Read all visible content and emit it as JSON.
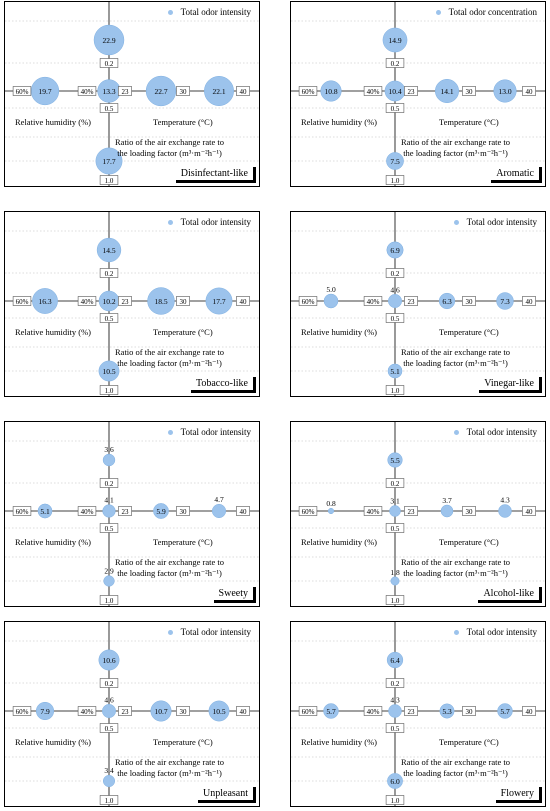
{
  "colors": {
    "bubble": "#9cc3ec",
    "bubble_stroke": "#7fb0e2",
    "axis": "#000000",
    "grid": "#bbbbbb"
  },
  "chart_data": [
    {
      "type": "scatter",
      "title": "Disinfectant-like",
      "legend": "Total odor intensity",
      "xlabel_rh": "Relative humidity (%)",
      "xlabel_temp": "Temperature (°C)",
      "ylabel_line1": "Ratio of the air exchange rate to",
      "ylabel_line2": "the loading factor (m³·m⁻²h⁻¹)",
      "rh_ticks": [
        "60%",
        "40%"
      ],
      "temp_ticks": [
        "23",
        "30",
        "40"
      ],
      "ratio_ticks": [
        "0.2",
        "0.5",
        "1.0"
      ],
      "points": {
        "rh60": 19.7,
        "rh40": null,
        "center": 13.3,
        "t30": 22.7,
        "t40": 22.1,
        "r02": 22.9,
        "r10": 17.7
      }
    },
    {
      "type": "scatter",
      "title": "Aromatic",
      "legend": "Total odor concentration",
      "xlabel_rh": "Relative humidity (%)",
      "xlabel_temp": "Temperature (°C)",
      "ylabel_line1": "Ratio of the air exchange rate to",
      "ylabel_line2": "the loading factor (m³·m⁻²h⁻¹)",
      "rh_ticks": [
        "60%",
        "40%"
      ],
      "temp_ticks": [
        "23",
        "30",
        "40"
      ],
      "ratio_ticks": [
        "0.2",
        "0.5",
        "1.0"
      ],
      "points": {
        "rh60": 10.8,
        "rh40": null,
        "center": 10.4,
        "t30": 14.1,
        "t40": 13.0,
        "r02": 14.9,
        "r10": 7.5
      }
    },
    {
      "type": "scatter",
      "title": "Tobacco-like",
      "legend": "Total odor intensity",
      "xlabel_rh": "Relative humidity (%)",
      "xlabel_temp": "Temperature (°C)",
      "ylabel_line1": "Ratio of the air exchange rate to",
      "ylabel_line2": "the loading factor (m³·m⁻²h⁻¹)",
      "rh_ticks": [
        "60%",
        "40%"
      ],
      "temp_ticks": [
        "23",
        "30",
        "40"
      ],
      "ratio_ticks": [
        "0.2",
        "0.5",
        "1.0"
      ],
      "points": {
        "rh60": 16.3,
        "rh40": null,
        "center": 10.2,
        "t30": 18.5,
        "t40": 17.7,
        "r02": 14.5,
        "r10": 10.5
      }
    },
    {
      "type": "scatter",
      "title": "Vinegar-like",
      "legend": "Total odor intensity",
      "xlabel_rh": "Relative humidity (%)",
      "xlabel_temp": "Temperature (°C)",
      "ylabel_line1": "Ratio of the air exchange rate to",
      "ylabel_line2": "the loading factor (m³·m⁻²h⁻¹)",
      "rh_ticks": [
        "60%",
        "40%"
      ],
      "temp_ticks": [
        "23",
        "30",
        "40"
      ],
      "ratio_ticks": [
        "0.2",
        "0.5",
        "1.0"
      ],
      "points": {
        "rh60": 5.0,
        "rh40": null,
        "center": 4.6,
        "t30": 6.3,
        "t40": 7.3,
        "r02": 6.9,
        "r10": 5.1
      }
    },
    {
      "type": "scatter",
      "title": "Sweety",
      "legend": "Total odor intensity",
      "xlabel_rh": "Relative humidity (%)",
      "xlabel_temp": "Temperature (°C)",
      "ylabel_line1": "Ratio of the air exchange rate to",
      "ylabel_line2": "the loading factor (m³·m⁻²h⁻¹)",
      "rh_ticks": [
        "60%",
        "40%"
      ],
      "temp_ticks": [
        "23",
        "30",
        "40"
      ],
      "ratio_ticks": [
        "0.2",
        "0.5",
        "1.0"
      ],
      "points": {
        "rh60": 5.1,
        "rh40": null,
        "center": 4.1,
        "t30": 5.9,
        "t40": 4.7,
        "r02": 3.6,
        "r10": 2.9
      }
    },
    {
      "type": "scatter",
      "title": "Alcohol-like",
      "legend": "Total odor intensity",
      "xlabel_rh": "Relative humidity (%)",
      "xlabel_temp": "Temperature (°C)",
      "ylabel_line1": "Ratio of the air exchange rate to",
      "ylabel_line2": "the loading factor (m³·m⁻²h⁻¹)",
      "rh_ticks": [
        "60%",
        "40%"
      ],
      "temp_ticks": [
        "23",
        "30",
        "40"
      ],
      "ratio_ticks": [
        "0.2",
        "0.5",
        "1.0"
      ],
      "points": {
        "rh60": 0.8,
        "rh40": null,
        "center": 3.1,
        "t30": 3.7,
        "t40": 4.3,
        "r02": 5.5,
        "r10": 1.8
      }
    },
    {
      "type": "scatter",
      "title": "Unpleasant",
      "legend": "Total odor intensity",
      "xlabel_rh": "Relative humidity (%)",
      "xlabel_temp": "Temperature (°C)",
      "ylabel_line1": "Ratio of the air exchange rate to",
      "ylabel_line2": "the loading factor (m³·m⁻²h⁻¹)",
      "rh_ticks": [
        "60%",
        "40%"
      ],
      "temp_ticks": [
        "23",
        "30",
        "40"
      ],
      "ratio_ticks": [
        "0.2",
        "0.5",
        "1.0"
      ],
      "points": {
        "rh60": 7.9,
        "rh40": null,
        "center": 4.6,
        "t30": 10.7,
        "t40": 10.5,
        "r02": 10.6,
        "r10": 3.4
      }
    },
    {
      "type": "scatter",
      "title": "Flowery",
      "legend": "Total odor intensity",
      "xlabel_rh": "Relative humidity (%)",
      "xlabel_temp": "Temperature (°C)",
      "ylabel_line1": "Ratio of the air exchange rate to",
      "ylabel_line2": "the loading factor (m³·m⁻²h⁻¹)",
      "rh_ticks": [
        "60%",
        "40%"
      ],
      "temp_ticks": [
        "23",
        "30",
        "40"
      ],
      "ratio_ticks": [
        "0.2",
        "0.5",
        "1.0"
      ],
      "points": {
        "rh60": 5.7,
        "rh40": null,
        "center": 4.3,
        "t30": 5.3,
        "t40": 5.7,
        "r02": 6.4,
        "r10": 6.0
      }
    }
  ]
}
